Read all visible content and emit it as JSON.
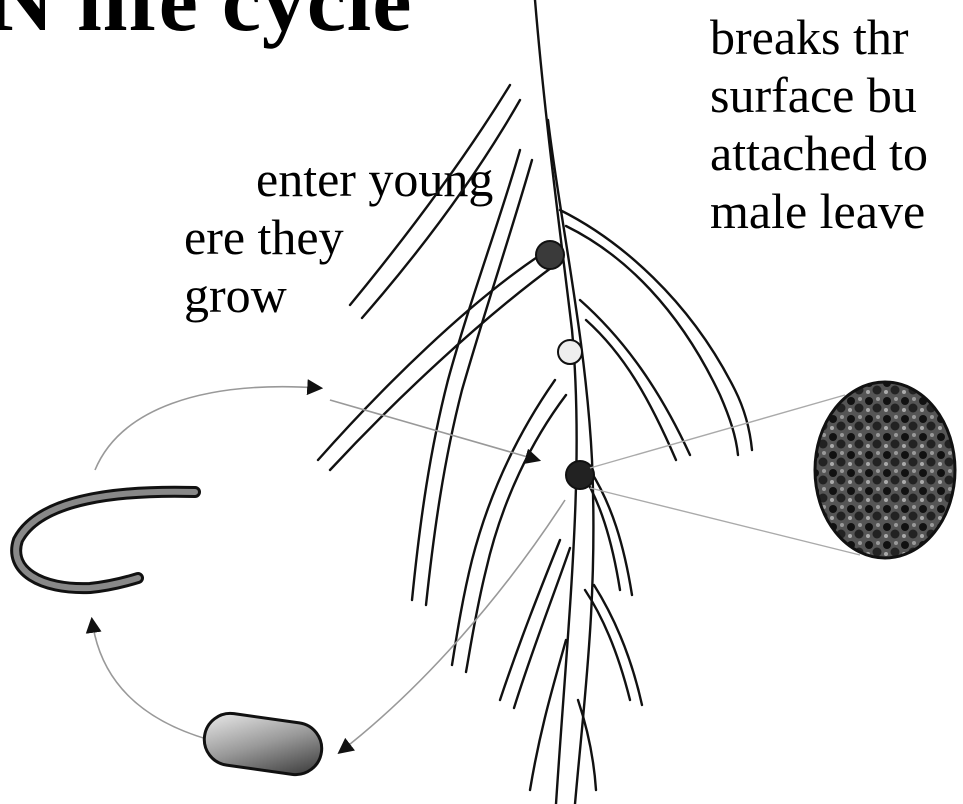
{
  "title_fragment": "N life cycle",
  "left_text": {
    "lines": [
      "enter young",
      "ere they",
      "grow"
    ]
  },
  "right_text": {
    "lines": [
      "breaks thr",
      "surface bu",
      "attached to",
      "male leave"
    ]
  },
  "colors": {
    "cyst_fill": "#3a3a3a",
    "gall_fill": "#2a2a2a",
    "egg_fill": "#bbbbbb"
  }
}
